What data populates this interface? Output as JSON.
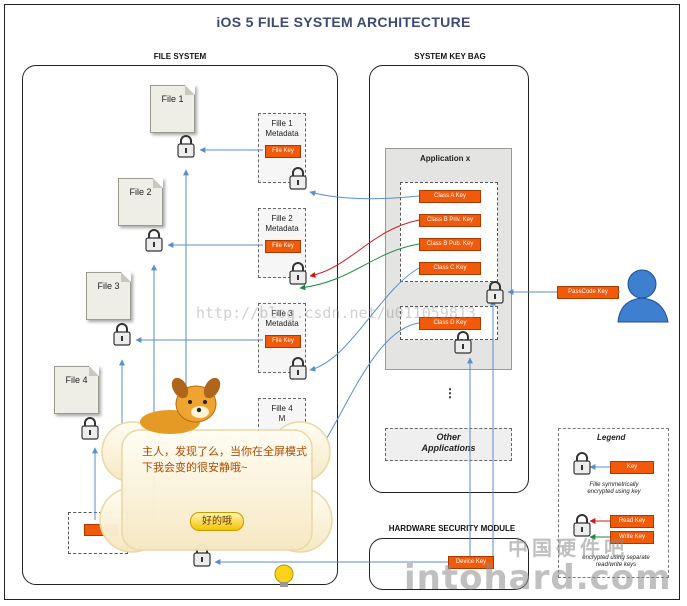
{
  "title": "iOS 5 FILE SYSTEM ARCHITECTURE",
  "sections": {
    "file_system": "FILE SYSTEM",
    "system_key_bag": "SYSTEM KEY BAG",
    "hsm": "HARDWARE SECURITY MODULE"
  },
  "files": [
    {
      "name": "File 1",
      "metadata": "Fille 1\nMetadata",
      "key": "File Key"
    },
    {
      "name": "File 2",
      "metadata": "Fille 2\nMetadata",
      "key": "File Key"
    },
    {
      "name": "File 3",
      "metadata": "Fille 3\nMetadata",
      "key": "File Key"
    },
    {
      "name": "File 4",
      "metadata": "Fille 4\nM",
      "key": ""
    }
  ],
  "keybag": {
    "app_label": "Application x",
    "keys": [
      "Class A Key",
      "Class B Priv. Key",
      "Class B Pub. Key",
      "Class C Key",
      "Class D Key"
    ],
    "ellipsis": "⋮",
    "other_apps": "Other\nApplications"
  },
  "passcode_key": "PassCode Key",
  "device_key": "Device Key",
  "legend": {
    "title": "Legend",
    "key_label": "Key",
    "text1": "Fille symmetrically\nencrypted using key",
    "read_key": "Read Key",
    "write_key": "Write Key",
    "text2": "encrypted using separate\nread/write keys"
  },
  "watermarks": {
    "url": "http://blog.csdn.net/u011059813",
    "cn": "中国硬件吧",
    "site": "intohard.com"
  },
  "popup": {
    "message": "主人，发现了么，当你在全屏模式下我会变的很安静哦~",
    "button": "好的哦"
  },
  "colors": {
    "key_orange": "#f05a0a",
    "title_blue": "#3e4a72",
    "arrow_blue": "#5a8fc8"
  }
}
